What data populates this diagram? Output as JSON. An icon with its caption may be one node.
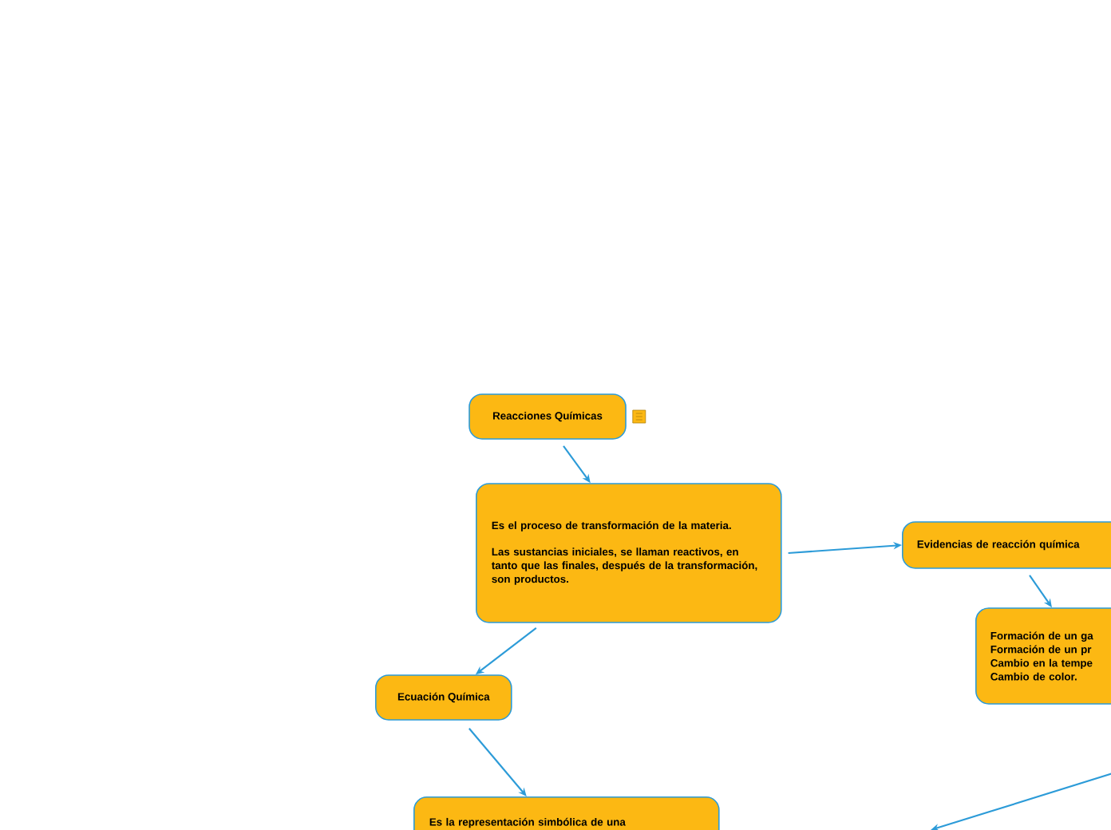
{
  "diagram": {
    "nodes": [
      {
        "text": [
          "Reacciones Químicas"
        ]
      },
      {
        "text": [
          "Es el proceso de transformación de la materia.",
          "Las sustancias iniciales,  se llaman reactivos, en tanto que las finales, después de la transformación, son productos."
        ]
      },
      {
        "text": [
          "Evidencias de reacción química"
        ]
      },
      {
        "text": [
          "Formación de un ga",
          "Formación de un pr",
          "Cambio en la tempe",
          "Cambio de color."
        ]
      },
      {
        "text": [
          "Ecuación Química"
        ]
      },
      {
        "text": [
          "Es la representación simbólica de una"
        ]
      }
    ],
    "edges": [
      {
        "from": 0,
        "to": 1,
        "arrow": "to"
      },
      {
        "from": 1,
        "to": 2,
        "arrow": "to"
      },
      {
        "from": 2,
        "to": 3,
        "arrow": "to"
      },
      {
        "from": 1,
        "to": 4,
        "arrow": "to"
      },
      {
        "from": 4,
        "to": 5,
        "arrow": "to"
      }
    ]
  }
}
